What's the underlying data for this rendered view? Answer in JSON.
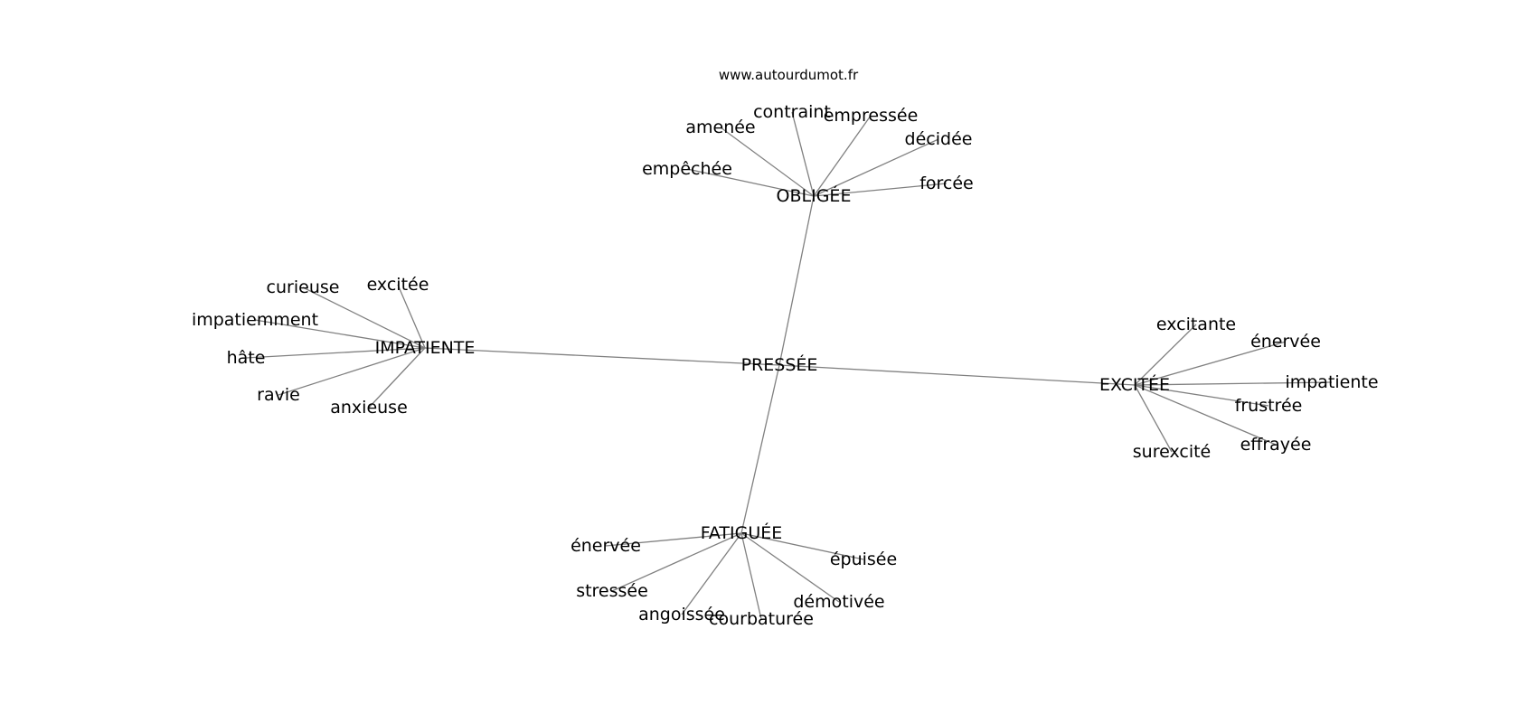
{
  "site": "www.autourdumot.fr",
  "center": {
    "label": "PRESSÉE"
  },
  "clusters": [
    {
      "id": "obligee",
      "label": "OBLIGÉE",
      "leaves": [
        "contraint",
        "empressée",
        "amenée",
        "décidée",
        "empêchée",
        "forcée"
      ]
    },
    {
      "id": "impatiente",
      "label": "IMPATIENTE",
      "leaves": [
        "curieuse",
        "excitée",
        "impatiemment",
        "hâte",
        "ravie",
        "anxieuse"
      ]
    },
    {
      "id": "excitee",
      "label": "EXCITÉE",
      "leaves": [
        "excitante",
        "énervée",
        "impatiente",
        "frustrée",
        "effrayée",
        "surexcité"
      ]
    },
    {
      "id": "fatiguee",
      "label": "FATIGUÉE",
      "leaves": [
        "énervée",
        "épuisée",
        "stressée",
        "démotivée",
        "angoissée",
        "courbaturée"
      ]
    }
  ]
}
